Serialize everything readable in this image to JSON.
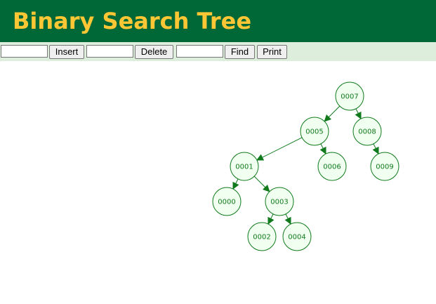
{
  "header": {
    "title": "Binary Search Tree"
  },
  "toolbar": {
    "insert_input_value": "",
    "insert_label": "Insert",
    "delete_input_value": "",
    "delete_label": "Delete",
    "find_input_value": "",
    "find_label": "Find",
    "print_label": "Print"
  },
  "colors": {
    "header_bg": "#006837",
    "title_color": "#fcc634",
    "toolbar_bg": "#deeedd",
    "node_fill": "#f0fff0",
    "node_stroke": "#107a1c"
  },
  "tree": {
    "nodes": [
      {
        "id": "n7",
        "label": "0007"
      },
      {
        "id": "n5",
        "label": "0005"
      },
      {
        "id": "n8",
        "label": "0008"
      },
      {
        "id": "n1",
        "label": "0001"
      },
      {
        "id": "n6",
        "label": "0006"
      },
      {
        "id": "n9",
        "label": "0009"
      },
      {
        "id": "n0",
        "label": "0000"
      },
      {
        "id": "n3",
        "label": "0003"
      },
      {
        "id": "n2",
        "label": "0002"
      },
      {
        "id": "n4",
        "label": "0004"
      }
    ],
    "edges": [
      {
        "from": "n7",
        "to": "n5"
      },
      {
        "from": "n7",
        "to": "n8"
      },
      {
        "from": "n5",
        "to": "n1"
      },
      {
        "from": "n5",
        "to": "n6"
      },
      {
        "from": "n8",
        "to": "n9"
      },
      {
        "from": "n1",
        "to": "n0"
      },
      {
        "from": "n1",
        "to": "n3"
      },
      {
        "from": "n3",
        "to": "n2"
      },
      {
        "from": "n3",
        "to": "n4"
      }
    ]
  }
}
